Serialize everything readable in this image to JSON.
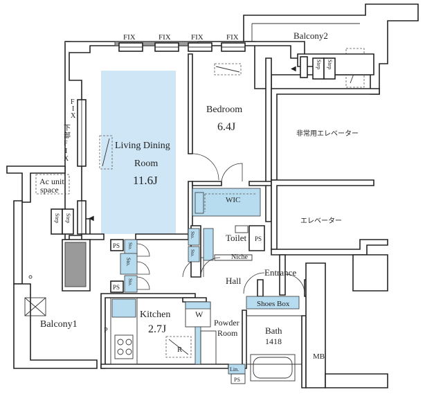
{
  "window_labels": {
    "fix1": "FIX",
    "fix2": "FIX",
    "fix3": "FIX",
    "fix4": "FIX",
    "fix_side": "FIX",
    "lower_fix": "下部FIX"
  },
  "rooms": {
    "balcony2": "Balcony2",
    "bedroom_name": "Bedroom",
    "bedroom_size": "6.4J",
    "living_l1": "Living Dining",
    "living_l2": "Room",
    "living_size": "11.6J",
    "emergency_elevator": "非常用エレベーター",
    "elevator": "エレベーター",
    "ac_unit_l1": "Ac unit",
    "ac_unit_l2": "space",
    "wic": "WIC",
    "toilet": "Toilet",
    "niche": "Niche",
    "hall": "Hall",
    "entrance": "Entrance",
    "shoes_box": "Shoes Box",
    "kitchen_name": "Kitchen",
    "kitchen_size": "2.7J",
    "powder_l1": "Powder",
    "powder_l2": "Room",
    "bath_name": "Bath",
    "bath_size": "1418",
    "balcony1": "Balcony1",
    "mb": "MB"
  },
  "fixtures": {
    "step": "Step",
    "ps": "PS",
    "sto": "Sto.",
    "w": "W",
    "r": "R",
    "p": "P",
    "lin": "Lin."
  },
  "colors": {
    "wall": "#222222",
    "shaft": "#9a9a9a",
    "living_zone": "#cfe6f6",
    "storage": "#b8dcef"
  }
}
